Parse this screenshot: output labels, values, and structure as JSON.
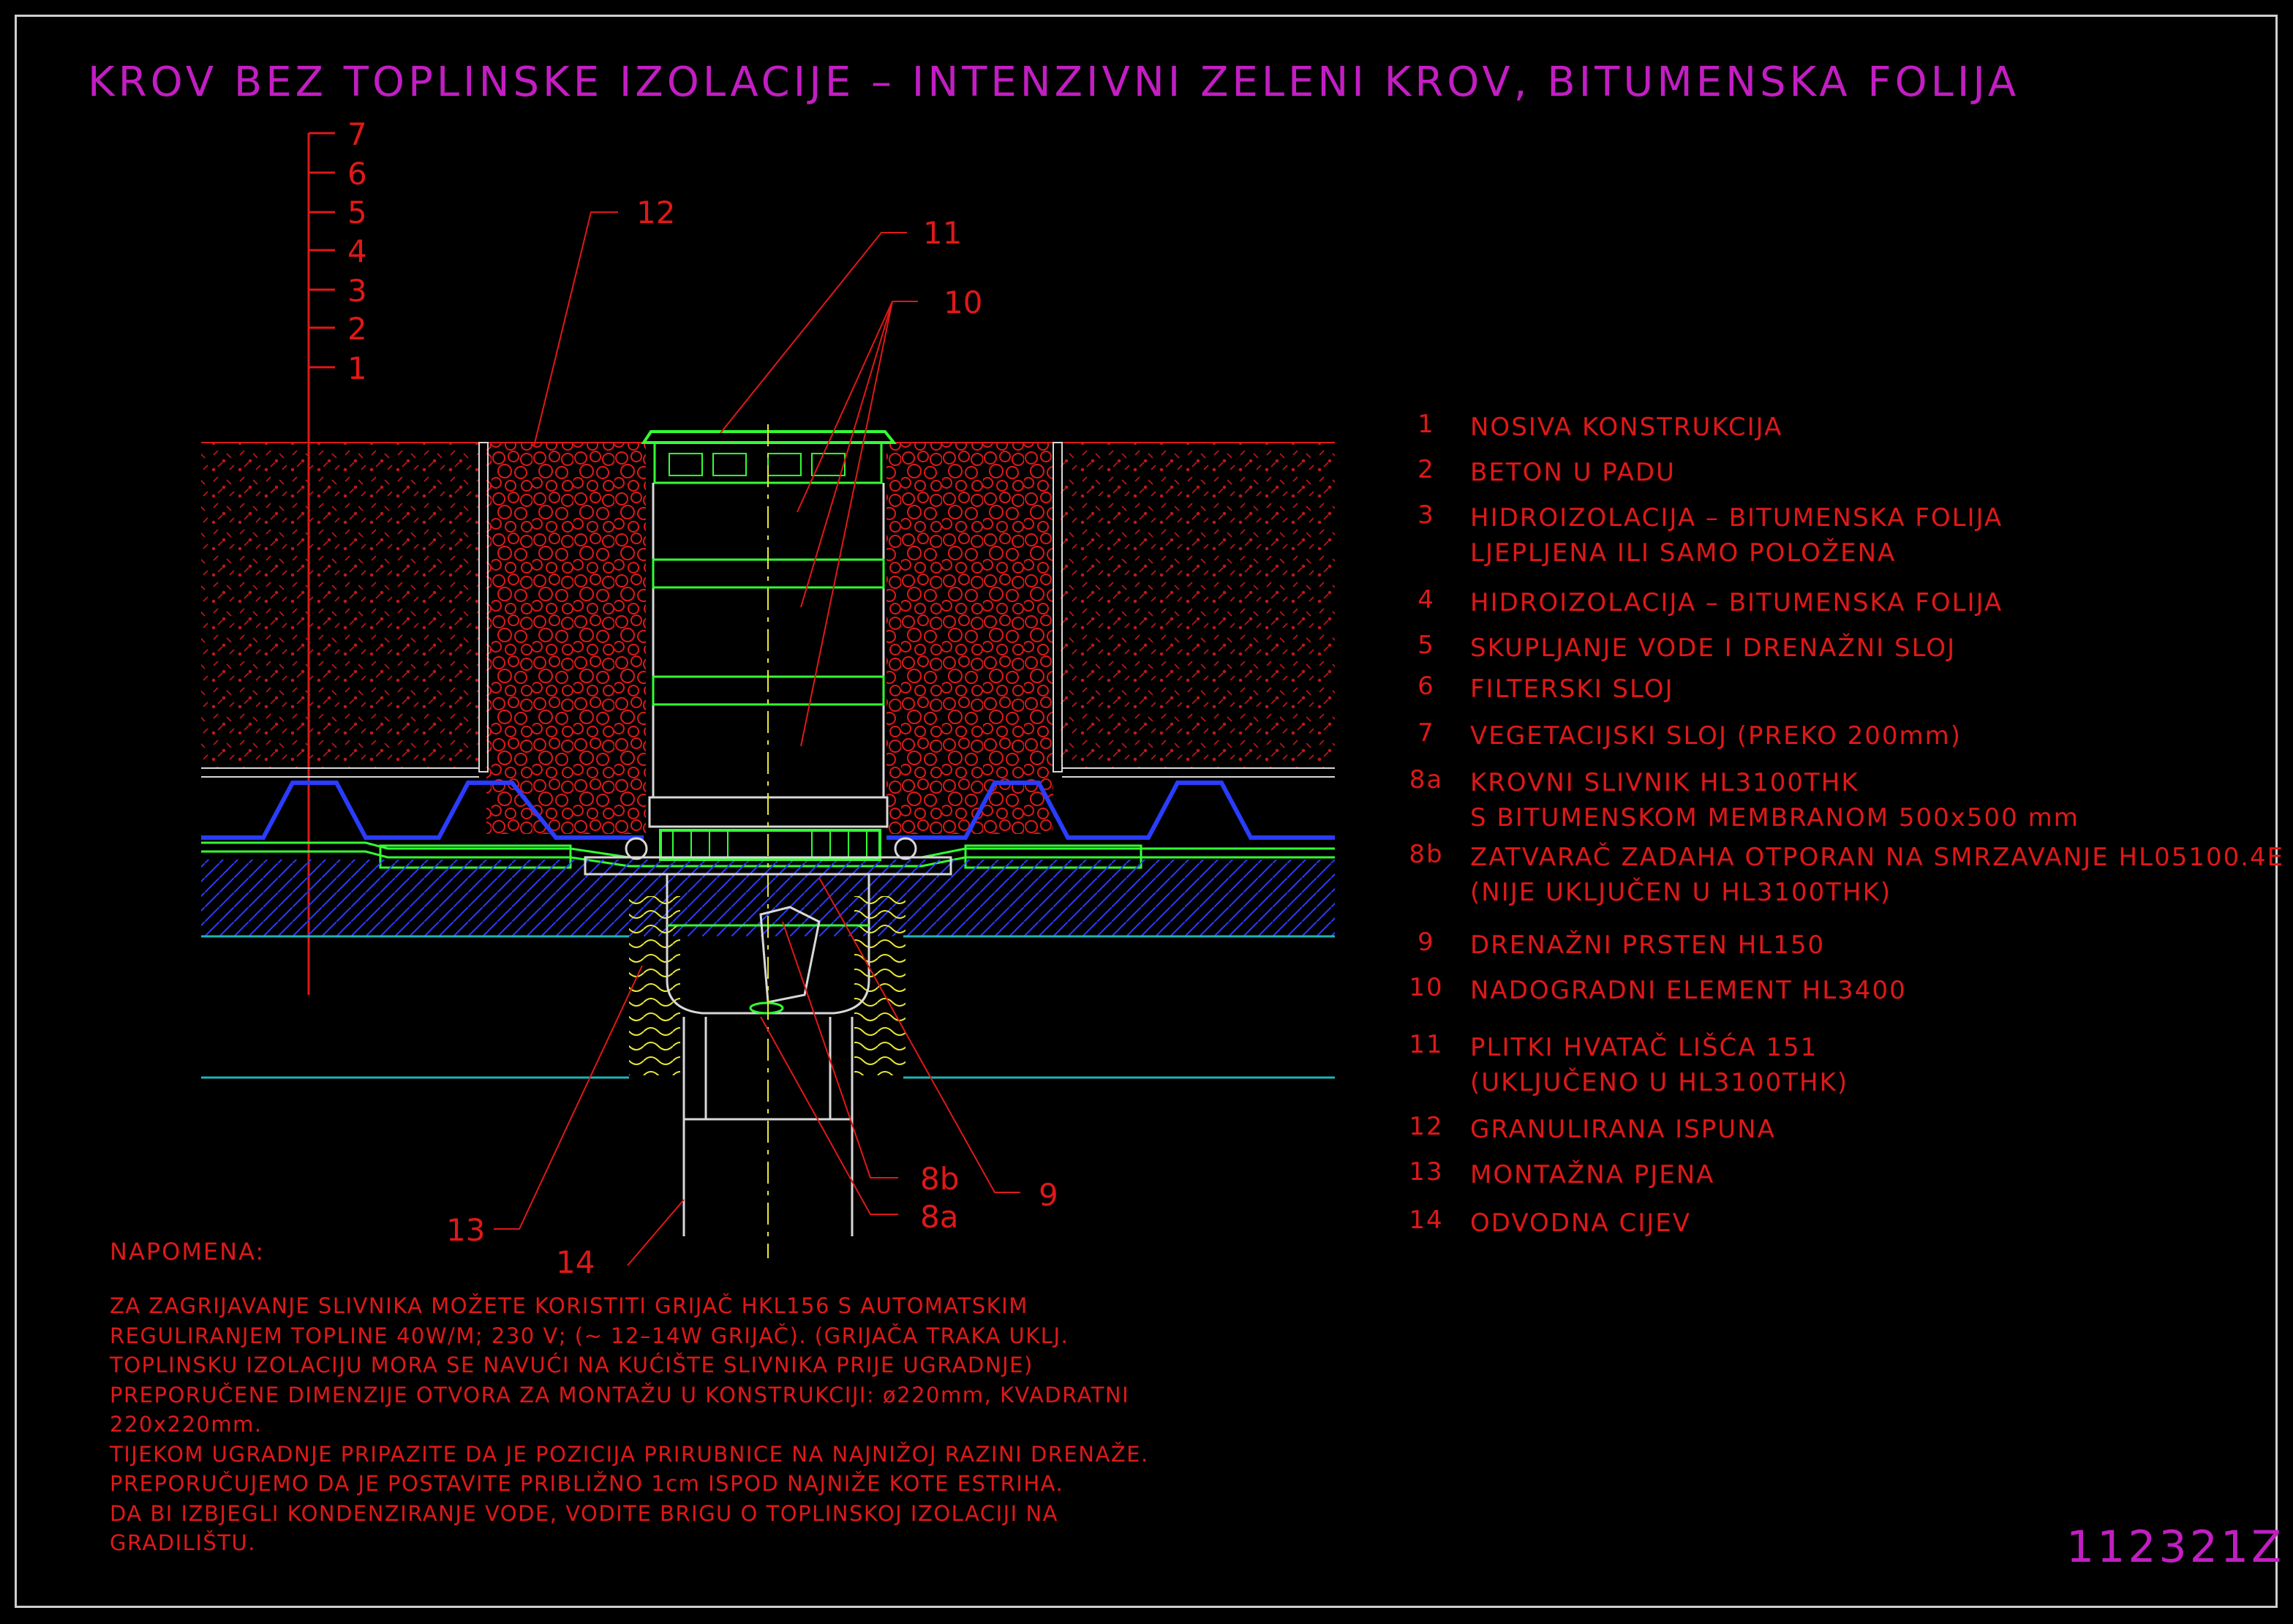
{
  "title": "KROV BEZ TOPLINSKE IZOLACIJE – INTENZIVNI ZELENI KROV, BITUMENSKA FOLIJA",
  "drawing_number": "112321Z",
  "layer_scale": [
    "7",
    "6",
    "5",
    "4",
    "3",
    "2",
    "1"
  ],
  "callouts": {
    "c12": "12",
    "c11": "11",
    "c10": "10",
    "c9": "9",
    "c8b": "8b",
    "c8a": "8a",
    "c13": "13",
    "c14": "14"
  },
  "legend": [
    {
      "num": "1",
      "lines": [
        "NOSIVA KONSTRUKCIJA"
      ]
    },
    {
      "num": "2",
      "lines": [
        "BETON U PADU"
      ]
    },
    {
      "num": "3",
      "lines": [
        "HIDROIZOLACIJA – BITUMENSKA FOLIJA",
        "LJEPLJENA ILI SAMO POLOŽENA"
      ]
    },
    {
      "num": "4",
      "lines": [
        "HIDROIZOLACIJA – BITUMENSKA FOLIJA"
      ]
    },
    {
      "num": "5",
      "lines": [
        "SKUPLJANJE VODE I DRENAŽNI SLOJ"
      ]
    },
    {
      "num": "6",
      "lines": [
        "FILTERSKI SLOJ"
      ]
    },
    {
      "num": "7",
      "lines": [
        "VEGETACIJSKI SLOJ (PREKO 200mm)"
      ]
    },
    {
      "num": "8a",
      "lines": [
        "KROVNI SLIVNIK HL3100THK",
        "S BITUMENSKOM MEMBRANOM 500x500 mm"
      ]
    },
    {
      "num": "8b",
      "lines": [
        "ZATVARAČ ZADAHA OTPORAN NA SMRZAVANJE HL05100.4E",
        "(NIJE UKLJUČEN U HL3100THK)"
      ]
    },
    {
      "num": "9",
      "lines": [
        "DRENAŽNI PRSTEN HL150"
      ]
    },
    {
      "num": "10",
      "lines": [
        "NADOGRADNI ELEMENT HL3400"
      ]
    },
    {
      "num": "11",
      "lines": [
        "PLITKI HVATAČ LIŠĆA 151",
        "(UKLJUČENO U HL3100THK)"
      ]
    },
    {
      "num": "12",
      "lines": [
        "GRANULIRANA ISPUNA"
      ]
    },
    {
      "num": "13",
      "lines": [
        "MONTAŽNA PJENA"
      ]
    },
    {
      "num": "14",
      "lines": [
        "ODVODNA CIJEV"
      ]
    }
  ],
  "note": {
    "heading": "NAPOMENA:",
    "lines": [
      "ZA ZAGRIJAVANJE SLIVNIKA MOŽETE KORISTITI GRIJAČ HKL156 S AUTOMATSKIM",
      "REGULIRANJEM TOPLINE 40W/M; 230 V;  (~ 12–14W GRIJAČ). (GRIJAČA TRAKA UKLJ.",
      "TOPLINSKU IZOLACIJU MORA SE NAVUĆI NA KUĆIŠTE SLIVNIKA PRIJE UGRADNJE)",
      "PREPORUČENE DIMENZIJE OTVORA ZA MONTAŽU U KONSTRUKCIJI: ø220mm, KVADRATNI",
      "220x220mm.",
      "TIJEKOM UGRADNJE PRIPAZITE DA JE POZICIJA PRIRUBNICE NA NAJNIŽOJ RAZINI DRENAŽE.",
      "PREPORUČUJEMO DA JE POSTAVITE PRIBLIŽNO 1cm ISPOD NAJNIŽE KOTE ESTRIHA.",
      "DA BI IZBJEGLI KONDENZIRANJE VODE, VODITE BRIGU O TOPLINSKOJ IZOLACIJI NA",
      "GRADILIŠTU."
    ]
  },
  "colors": {
    "red": "#e01818",
    "magenta": "#c21ec2",
    "green": "#33ff33",
    "yellow": "#e8e838",
    "blue": "#2a3cff",
    "cyan": "#1fb5b5",
    "white": "#d8d8d8"
  }
}
